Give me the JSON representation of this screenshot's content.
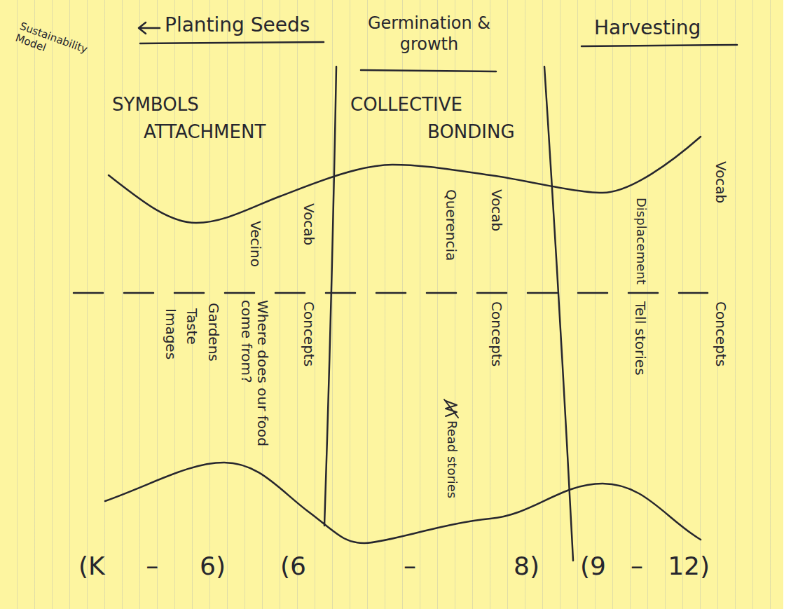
{
  "diagram": {
    "labels": [
      "Sustainability Model",
      "Planting Seeds",
      "Germination & growth",
      "Harvesting",
      "SYMBOLS ATTACHMENT",
      "COLLECTIVE BONDING",
      "Vocab",
      "Vecino",
      "Concepts",
      "Where does our food come from?",
      "Gardens",
      "Taste",
      "Images",
      "Vocab",
      "Querencia",
      "Concepts",
      "Read stories",
      "Vocab",
      "Displacement",
      "Concepts",
      "Tell stories",
      "(K – 6)",
      "(6 – 8)",
      "(9 – 12)"
    ]
  }
}
